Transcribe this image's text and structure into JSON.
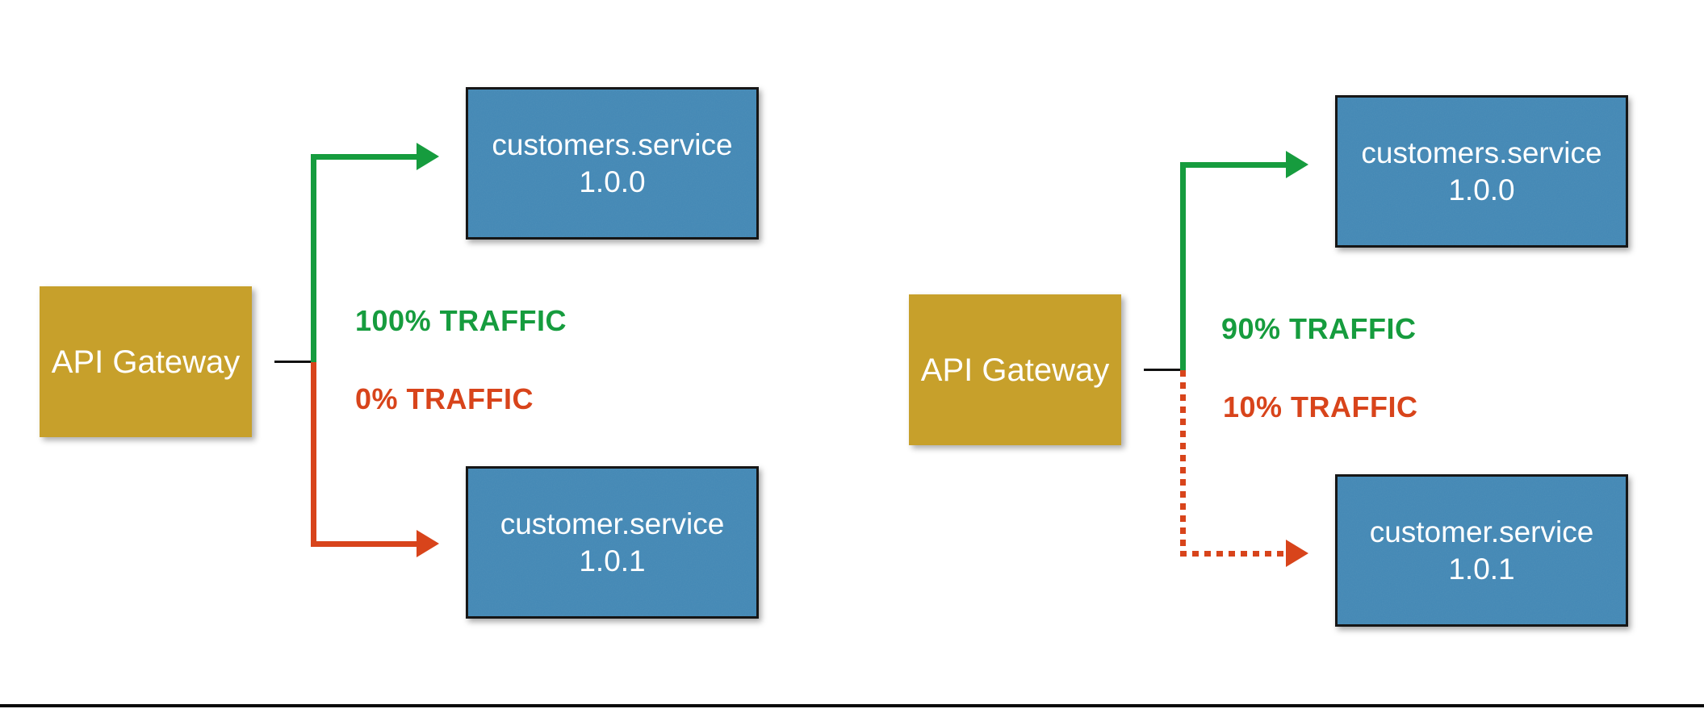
{
  "page": {
    "background_color": "#ffffff",
    "bottom_rule_color": "#0a0a0a"
  },
  "colors": {
    "gateway_fill": "#c7a02b",
    "service_fill": "#3e86b4",
    "service_border": "#161616",
    "traffic_green": "#169c3e",
    "traffic_red": "#d8441b",
    "box_text": "#ffffff",
    "connector_stub": "#111111"
  },
  "diagrams": [
    {
      "name": "all-traffic-to-stable",
      "gateway": {
        "label": "API Gateway"
      },
      "services": {
        "top": {
          "name": "customers.service",
          "version": "1.0.0"
        },
        "bottom": {
          "name": "customer.service",
          "version": "1.0.1"
        }
      },
      "traffic": {
        "top": {
          "label": "100% TRAFFIC",
          "arrow_style": "solid-green-elbow-arrow"
        },
        "bottom": {
          "label": "0% TRAFFIC",
          "arrow_style": "solid-red-elbow-arrow"
        }
      }
    },
    {
      "name": "canary-split",
      "gateway": {
        "label": "API Gateway"
      },
      "services": {
        "top": {
          "name": "customers.service",
          "version": "1.0.0"
        },
        "bottom": {
          "name": "customer.service",
          "version": "1.0.1"
        }
      },
      "traffic": {
        "top": {
          "label": "90% TRAFFIC",
          "arrow_style": "solid-green-elbow-arrow"
        },
        "bottom": {
          "label": "10% TRAFFIC",
          "arrow_style": "dotted-red-elbow-arrow"
        }
      }
    }
  ]
}
